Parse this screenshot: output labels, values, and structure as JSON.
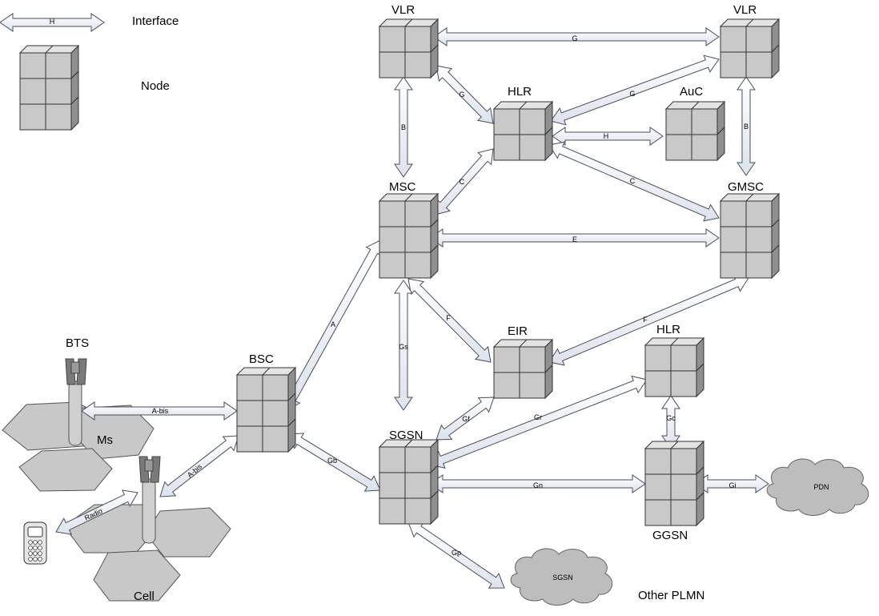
{
  "legend": {
    "interface_text": "Interface",
    "interface_sample_label": "H",
    "node_text": "Node"
  },
  "nodes": {
    "vlr_1": "VLR",
    "vlr_2": "VLR",
    "hlr_1": "HLR",
    "auc": "AuC",
    "msc": "MSC",
    "gmsc": "GMSC",
    "eir": "EIR",
    "hlr_2": "HLR",
    "bsc": "BSC",
    "sgsn": "SGSN",
    "ggsn": "GGSN",
    "bts": "BTS",
    "ms": "Ms",
    "cell": "Cell",
    "pdn": "PDN",
    "other_sgsn": "SGSN",
    "other_plmn": "Other PLMN"
  },
  "links": {
    "g_vlr_vlr": "G",
    "g_vlr_hlr": "G",
    "g_hlr_vlr": "G",
    "h_hlr_auc": "H",
    "b_vlr_msc": "B",
    "b_vlr_gmsc": "B",
    "c_msc_hlr": "C",
    "c_hlr_gmsc": "C",
    "e_msc_gmsc": "E",
    "f_msc_eir": "F",
    "f_gmsc_eir": "F",
    "gs_msc_sgsn": "Gs",
    "a_bsc_msc": "A",
    "abis_bts_bsc": "A-bis",
    "abis_bts2_bsc": "A-bis",
    "radio": "Radio",
    "gb_bsc_sgsn": "Gb",
    "gf_sgsn_eir": "Gf",
    "gr_sgsn_hlr": "Gr",
    "gc_hlr_ggsn": "Gc",
    "gn_sgsn_ggsn": "Gn",
    "gi_ggsn_pdn": "Gi",
    "gp_sgsn_other": "Gp"
  }
}
